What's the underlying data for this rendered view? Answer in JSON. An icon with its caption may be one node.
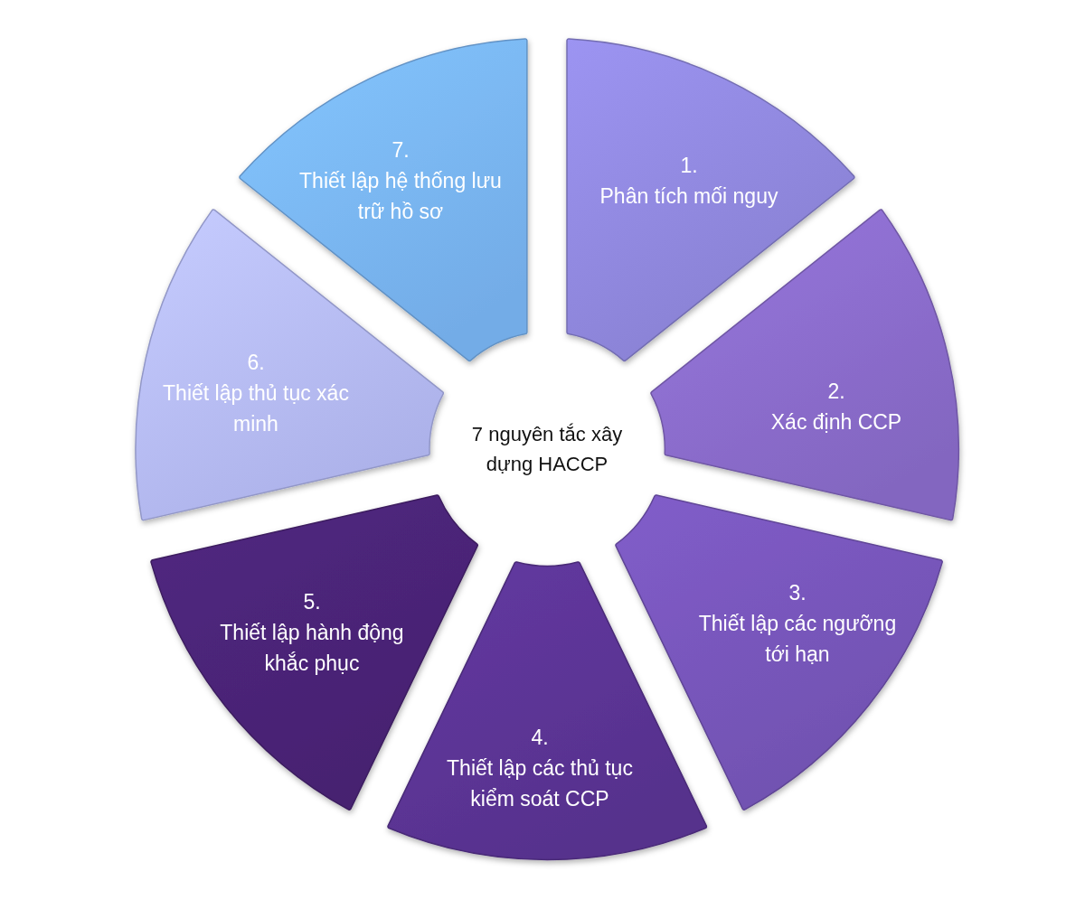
{
  "diagram": {
    "nodes": [
      {
        "text": [
          "7 nguyên tắc xây dựng HACCP"
        ]
      },
      {
        "text": [
          "1.",
          "Phân tích mối nguy"
        ]
      },
      {
        "text": [
          "2.",
          "Xác định CCP"
        ]
      },
      {
        "text": [
          "3.",
          "Thiết lập các ngưỡng tới hạn"
        ]
      },
      {
        "text": [
          "4.",
          "Thiết lập các thủ tục kiểm soát CCP"
        ]
      },
      {
        "text": [
          "5.",
          "Thiết lập hành động khắc phục"
        ]
      },
      {
        "text": [
          "6.",
          "Thiết lập thủ tục xác minh"
        ]
      },
      {
        "text": [
          "7.",
          "Thiết lập hệ thống lưu trữ hồ sơ"
        ]
      }
    ]
  }
}
